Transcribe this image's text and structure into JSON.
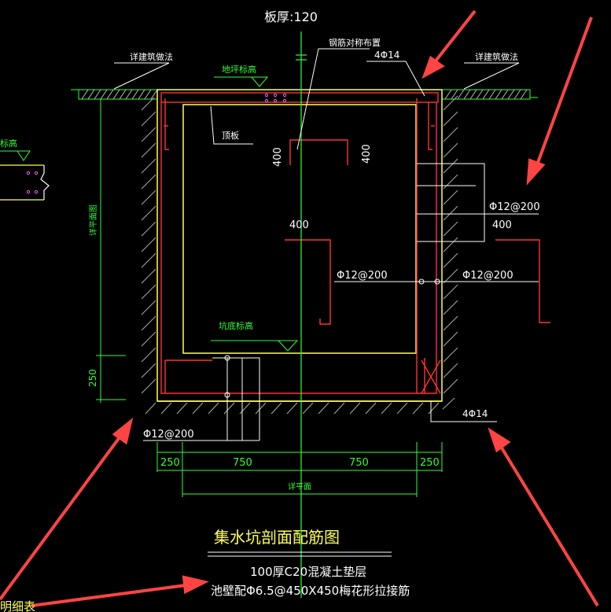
{
  "header": {
    "slab_thickness": "板厚:120"
  },
  "labels": {
    "detail_method_left": "详建筑做法",
    "detail_method_right": "详建筑做法",
    "floor_elevation": "地坪标高",
    "floor_elevation_left": "标高",
    "rebar_cross_layout": "钢筋对称布置",
    "corner_bar_top": "4Φ14",
    "corner_bar_bottom": "4Φ14",
    "top_slab": "顶板",
    "dim_400_a": "400",
    "dim_400_b": "400",
    "dim_400_c": "400",
    "dim_400_d": "400",
    "rebar_wall_right_a": "Φ12@200",
    "rebar_wall_right_b": "Φ12@200",
    "rebar_center": "Φ12@200",
    "rebar_bottom": "Φ12@200",
    "pit_bottom_elevation": "坑底标高",
    "see_plan_vertical": "详平面图",
    "see_plan_horizontal": "详平面",
    "dim_250_left": "250",
    "dim_250_vertical": "250",
    "dim_750_left": "750",
    "dim_750_right": "750",
    "dim_250_right": "250"
  },
  "title": {
    "main": "集水坑剖面配筋图",
    "note_1": "100厚C20混凝土垫层",
    "note_2": "池壁配Φ6.5@450X450梅花形拉接筋",
    "partial_left": "明细表"
  },
  "colors": {
    "background": "#000000",
    "concrete_outline": "#ffff55",
    "rebar": "#ff3333",
    "dimension": "#33ff33",
    "text": "#ffffff",
    "hatch": "#aaaaaa",
    "annotation_arrow": "#ff4444"
  }
}
